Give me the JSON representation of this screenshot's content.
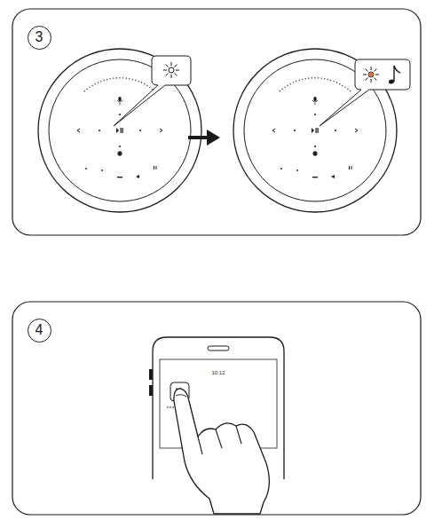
{
  "diagram": {
    "nodes": [
      {
        "text": [
          "3"
        ]
      },
      {
        "text": [
          "4"
        ]
      }
    ],
    "labels": [
      "10:12"
    ]
  }
}
